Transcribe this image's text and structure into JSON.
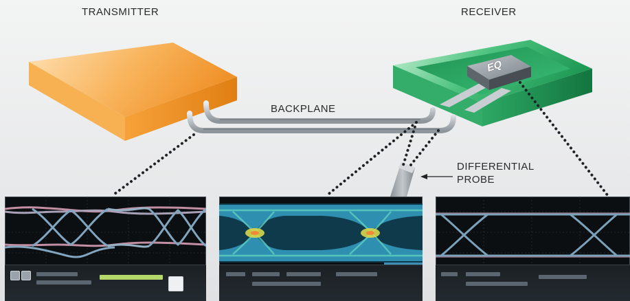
{
  "labels": {
    "transmitter": "TRANSMITTER",
    "receiver": "RECEIVER",
    "backplane": "BACKPLANE",
    "probe_line1": "DIFFERENTIAL",
    "probe_line2": "PROBE",
    "eq": "EQ"
  },
  "colors": {
    "transmitter_box": "#f5a23c",
    "receiver_box": "#2fb06a",
    "eq_chip": "#8f969c",
    "trace": "#2b2f33",
    "scope_bg": "#0c0f12"
  },
  "scopes": [
    {
      "position": "left",
      "content": "eye-diagram-transmitter"
    },
    {
      "position": "middle",
      "content": "eye-diagram-probe-heatmap"
    },
    {
      "position": "right",
      "content": "eye-diagram-equalized"
    }
  ]
}
